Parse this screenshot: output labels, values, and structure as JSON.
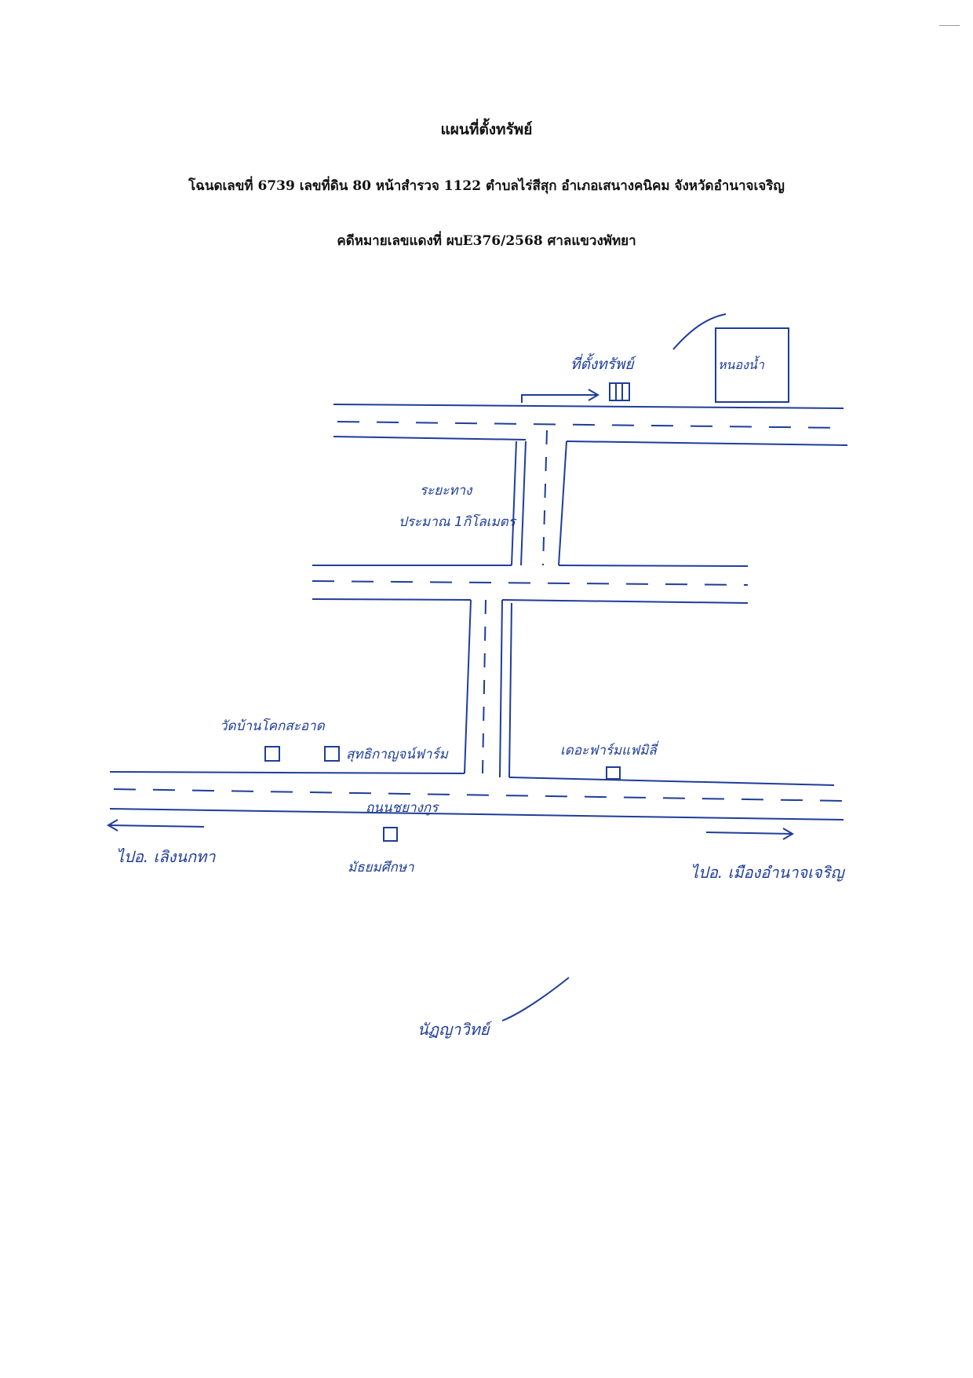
{
  "header": {
    "title": "แผนที่ตั้งทรัพย์",
    "deed_line": "โฉนดเลขที่ 6739 เลขที่ดิน 80 หน้าสำรวจ 1122 ตำบลไร่สีสุก อำเภอเสนางคนิคม จังหวัดอำนาจเจริญ",
    "case_line": "คดีหมายเลขแดงที่ ผบE376/2568 ศาลแขวงพัทยา"
  },
  "map": {
    "labels": {
      "property": "ที่ตั้งทรัพย์",
      "pond": "หนองน้ำ",
      "distance_line1": "ระยะทาง",
      "distance_line2": "ประมาณ 1กิโลเมตร",
      "temple": "วัดบ้านโคกสะอาด",
      "farm_left": "สุทธิกาญจน์ฟาร์ม",
      "farm_right": "เดอะฟาร์มแฟมิลี่",
      "road_name": "ถนนชยางกูร",
      "school": "มัธยมศึกษา",
      "to_left": "ไปอ. เลิงนกทา",
      "to_right": "ไปอ. เมืองอำนาจเจริญ"
    }
  },
  "signature": {
    "text": "นัฏญาวิทย์"
  },
  "colors": {
    "ink": "#1f3d99",
    "text": "#111111"
  }
}
